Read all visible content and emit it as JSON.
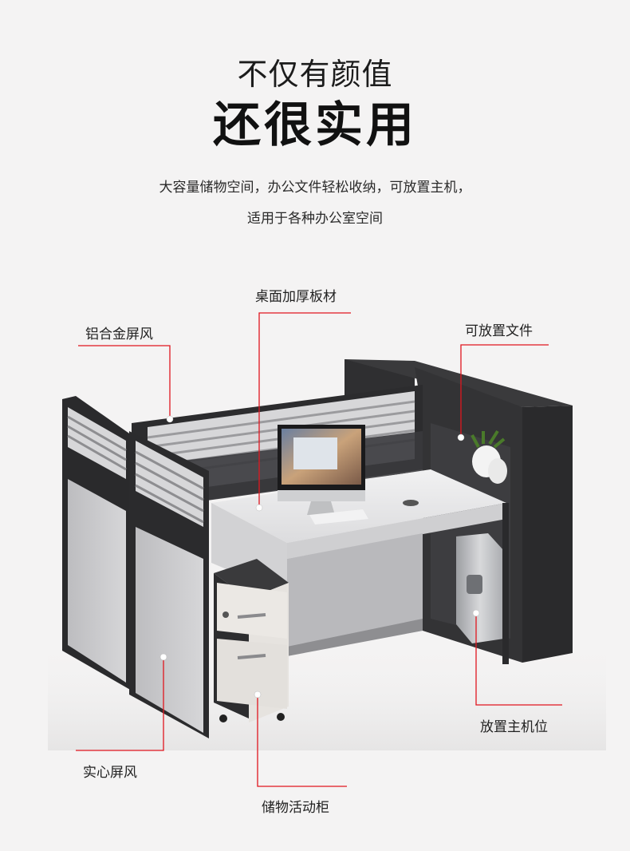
{
  "header": {
    "title_line1": "不仅有颜值",
    "title_line2": "还很实用",
    "subtitle_line1": "大容量储物空间，办公文件轻松收纳，可放置主机，",
    "subtitle_line2": "适用于各种办公室空间"
  },
  "callouts": {
    "desktop": "桌面加厚板材",
    "aluminum_screen": "铝合金屏风",
    "file_storage": "可放置文件",
    "host_position": "放置主机位",
    "solid_screen": "实心屏风",
    "mobile_cabinet": "储物活动柜"
  },
  "colors": {
    "accent": "#e0161f",
    "frame": "#2b2b2d",
    "panel": "#c9c9cb",
    "desktop": "#e9e9ea",
    "background": "#f4f3f3"
  }
}
